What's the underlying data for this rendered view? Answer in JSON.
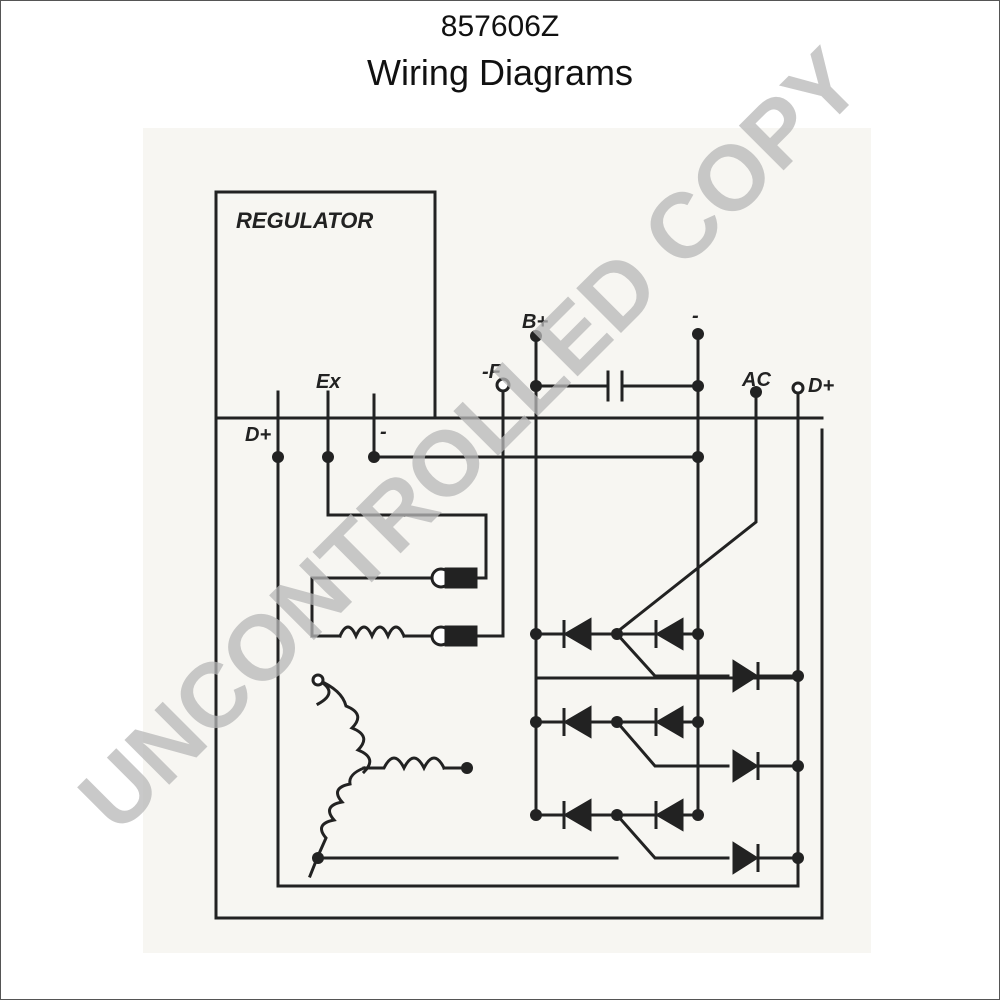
{
  "header": {
    "part_number": "857606Z",
    "title": "Wiring Diagrams"
  },
  "diagram": {
    "labels": {
      "regulator": "REGULATOR",
      "ex": "Ex",
      "minus_reg": "-",
      "d_plus_left": "D+",
      "minus_f": "-F",
      "b_plus": "B+",
      "minus_top": "-",
      "ac": "AC",
      "d_plus_right": "D+"
    }
  },
  "watermark": {
    "text": "UNCONTROLLED COPY"
  }
}
